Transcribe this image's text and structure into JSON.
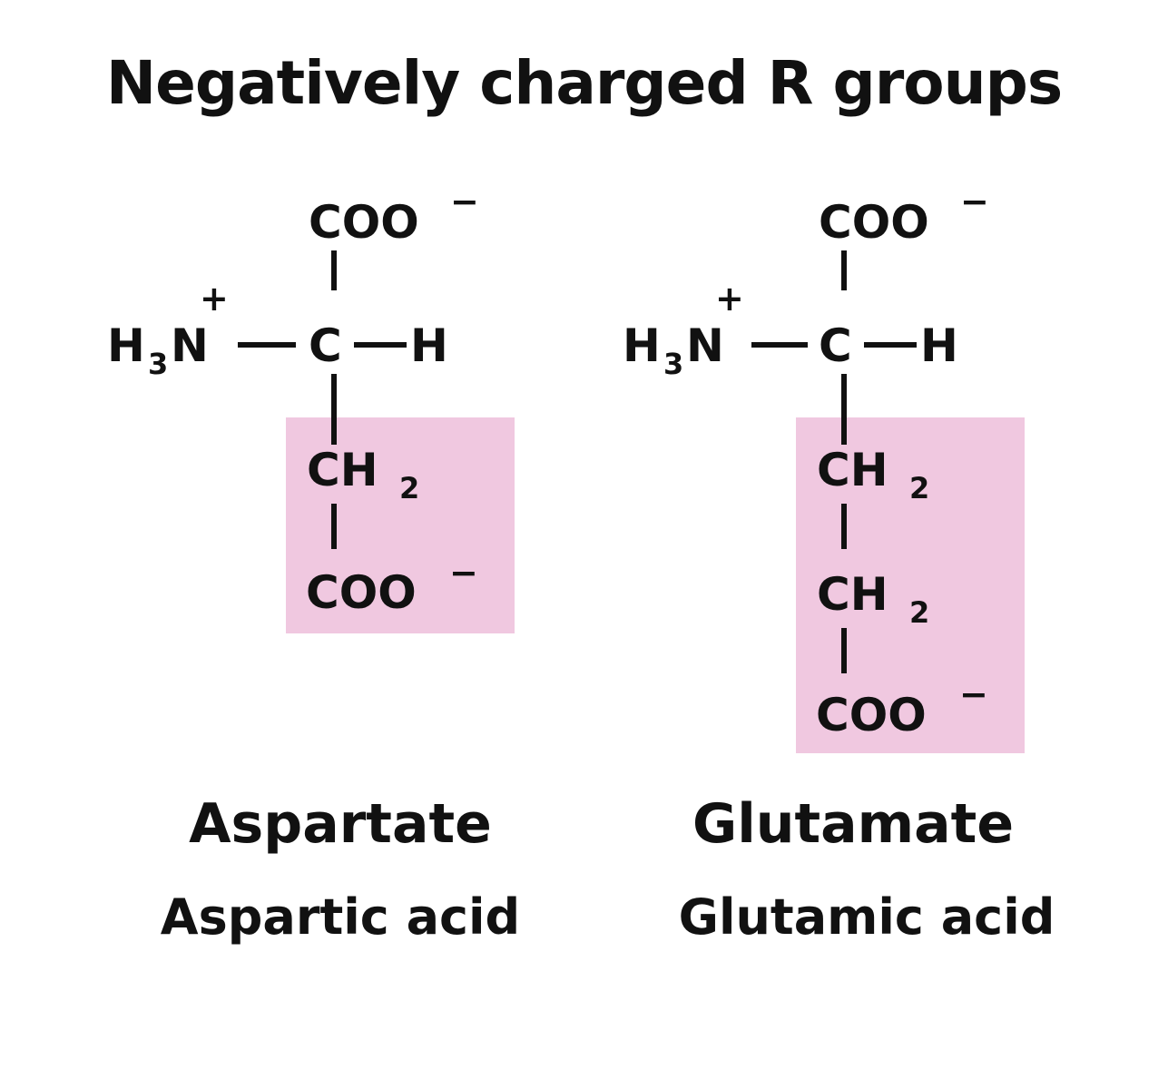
{
  "title": "Negatively charged R groups",
  "molecules": [
    {
      "name": "Aspartate",
      "alt_name": "Aspartic acid",
      "highlight_color": "#f0c8e0",
      "labels": {
        "top_group": "COO",
        "top_charge": "−",
        "amine_h": "H",
        "amine_sub": "3",
        "amine_n": "N",
        "amine_charge": "+",
        "alpha_c": "C",
        "alpha_h": "H",
        "r1_ch": "CH",
        "r1_sub": "2",
        "r_end": "COO",
        "r_end_charge": "−"
      }
    },
    {
      "name": "Glutamate",
      "alt_name": "Glutamic acid",
      "highlight_color": "#f0c8e0",
      "labels": {
        "top_group": "COO",
        "top_charge": "−",
        "amine_h": "H",
        "amine_sub": "3",
        "amine_n": "N",
        "amine_charge": "+",
        "alpha_c": "C",
        "alpha_h": "H",
        "r1_ch": "CH",
        "r1_sub": "2",
        "r2_ch": "CH",
        "r2_sub": "2",
        "r_end": "COO",
        "r_end_charge": "−"
      }
    }
  ]
}
